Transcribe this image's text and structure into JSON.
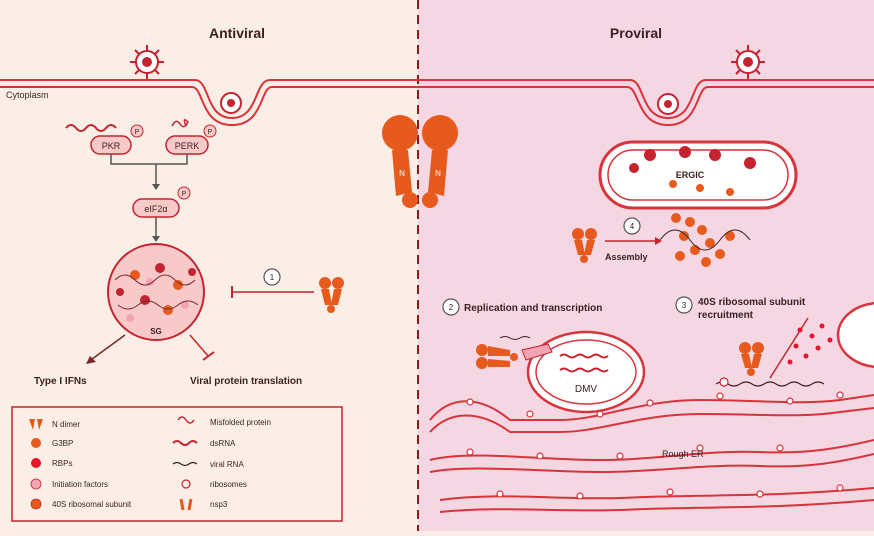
{
  "panels": {
    "left_title": "Antiviral",
    "right_title": "Proviral",
    "cytoplasm_label": "Cytoplasm"
  },
  "left": {
    "pkr": "PKR",
    "perk": "PERK",
    "eif2a": "eIF2α",
    "phospho": "P",
    "sg": "SG",
    "step1": "1",
    "type1_ifns": "Type I IFNs",
    "viral_translation": "Viral protein translation"
  },
  "right": {
    "ergic": "ERGIC",
    "step4": "4",
    "assembly": "Assembly",
    "step2": "2",
    "replication": "Replication and transcription",
    "step3": "3",
    "recruitment_line1": "40S ribosomal subunit",
    "recruitment_line2": "recruitment",
    "dmv": "DMV",
    "rough_er": "Rough ER",
    "n_left": "N",
    "n_right": "N"
  },
  "legend": {
    "items": [
      {
        "label": "N dimer",
        "icon": "n-dimer-icon"
      },
      {
        "label": "G3BP",
        "icon": "g3bp-icon"
      },
      {
        "label": "RBPs",
        "icon": "rbp-icon"
      },
      {
        "label": "Initiation factors",
        "icon": "initiation-factor-icon"
      },
      {
        "label": "40S ribosomal subunit",
        "icon": "40s-subunit-icon"
      },
      {
        "label": "Misfolded protein",
        "icon": "misfolded-protein-icon"
      },
      {
        "label": "dsRNA",
        "icon": "dsrna-icon"
      },
      {
        "label": "viral RNA",
        "icon": "viral-rna-icon"
      },
      {
        "label": "ribosomes",
        "icon": "ribosome-icon"
      },
      {
        "label": "nsp3",
        "icon": "nsp3-icon"
      }
    ]
  },
  "colors": {
    "left_bg": "#fbeee6",
    "right_bg": "#f5d6e3",
    "membrane": "#d7343c",
    "n_protein": "#e65a1e",
    "text": "#3a1f1f",
    "sg_fill": "#f7c9c9"
  }
}
